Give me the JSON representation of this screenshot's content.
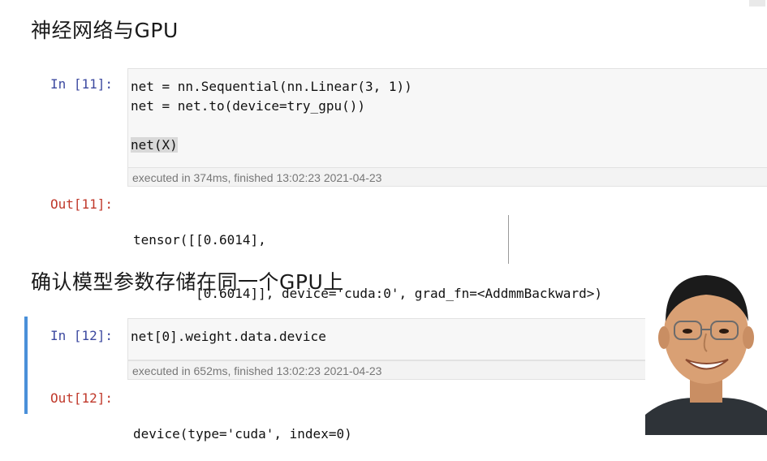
{
  "headings": {
    "h1": "神经网络与GPU",
    "h2": "确认模型参数存储在同一个GPU上"
  },
  "cells": [
    {
      "in_prompt": "In [11]:",
      "code_lines": [
        "net = nn.Sequential(nn.Linear(3, 1))",
        "net = net.to(device=try_gpu())",
        "",
        "net(X)"
      ],
      "timing": "executed in 374ms, finished 13:02:23 2021-04-23",
      "out_prompt": "Out[11]:",
      "output_lines": [
        "tensor([[0.6014],",
        "        [0.6014]], device='cuda:0', grad_fn=<AddmmBackward>)"
      ]
    },
    {
      "in_prompt": "In [12]:",
      "code_lines": [
        "net[0].weight.data.device"
      ],
      "timing": "executed in 652ms, finished 13:02:23 2021-04-23",
      "out_prompt": "Out[12]:",
      "output_lines": [
        "device(type='cuda', index=0)"
      ]
    }
  ],
  "colors": {
    "in_prompt": "#3d4aa0",
    "out_prompt": "#c0392b",
    "active_cell_bar": "#4a90d9"
  }
}
